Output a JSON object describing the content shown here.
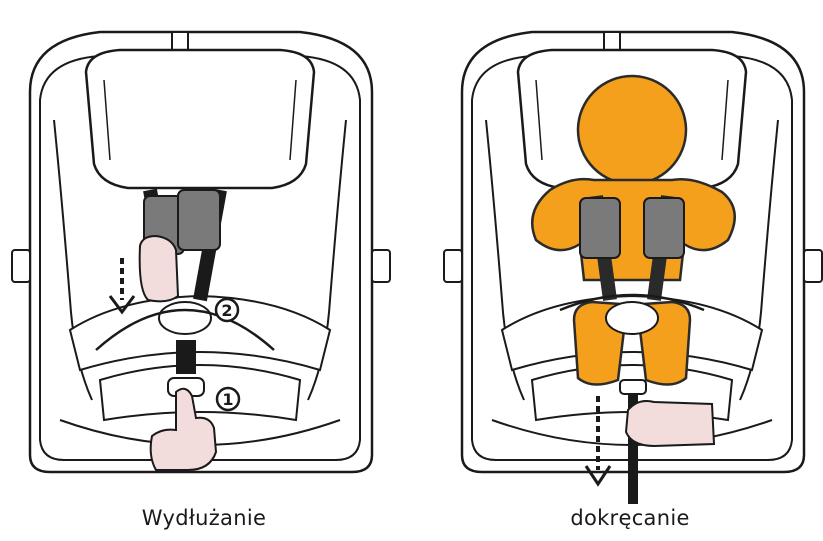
{
  "panels": [
    {
      "caption": "Wydłużanie",
      "steps": [
        "1",
        "2"
      ]
    },
    {
      "caption": "dokręcanie"
    }
  ],
  "colors": {
    "outline": "#1a1a1a",
    "strap": "#7a7a7a",
    "strap_dark": "#2a2a2a",
    "child": "#f5a01c",
    "child_outline": "#2b2b2b",
    "hand": "#f3dcdc",
    "background": "#ffffff"
  }
}
